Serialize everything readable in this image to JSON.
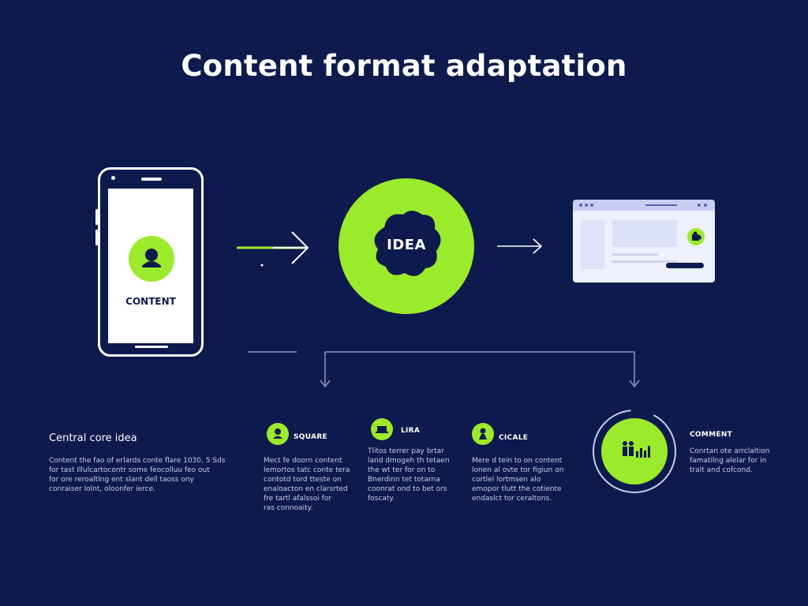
{
  "title": "Content format adaptation",
  "phone": {
    "label": "CONTENT",
    "icon": "person-icon"
  },
  "idea": {
    "label": "IDEA",
    "icon": "cloud-blob-icon"
  },
  "browser": {
    "icon": "puzzle-icon"
  },
  "colors": {
    "background": "#0d1a4d",
    "accent": "#9bea2b",
    "white": "#ffffff"
  },
  "core": {
    "heading": "Central core idea",
    "lines": [
      "Content the fao of erlards conte flare 1030, 5 Sds",
      "for tast Illulcartocontr some feocolluu feo out",
      "for ore reroaltlng ent slant dell taoss  ony",
      "conraiser lolnt, oloonfer ierce."
    ]
  },
  "items": [
    {
      "label": "SQUARE",
      "icon": "person-icon",
      "lines": [
        "Mect fe doorn content",
        "lemortos tatc conte tera",
        "contotd tord tteste on",
        "enaloacton en clarsrted",
        "fre tartl afalssoi for",
        "ras connoaity."
      ]
    },
    {
      "label": "LIRA",
      "icon": "box-icon",
      "lines": [
        "Tlitos terrer pay brtar",
        "land dmogeh th tetaen",
        "the wt ter for on to",
        "Bnerdinn tet totarna",
        "coonrat ond to bet ors",
        "foscaty."
      ]
    },
    {
      "label": "CICALE",
      "icon": "person-icon",
      "lines": [
        "Mere d tein to on content",
        "lonen al ovte tor figiun on",
        "cortlel lortmsen alo",
        "emopor tlutt the cotiente",
        "endaslct tor ceraltons."
      ]
    },
    {
      "label": "COMMENT",
      "icon": "people-chart-icon",
      "lines": [
        "Conrtan ote arrclaltion",
        "famatilng alelar for in",
        "tralt and cofcond."
      ]
    }
  ]
}
